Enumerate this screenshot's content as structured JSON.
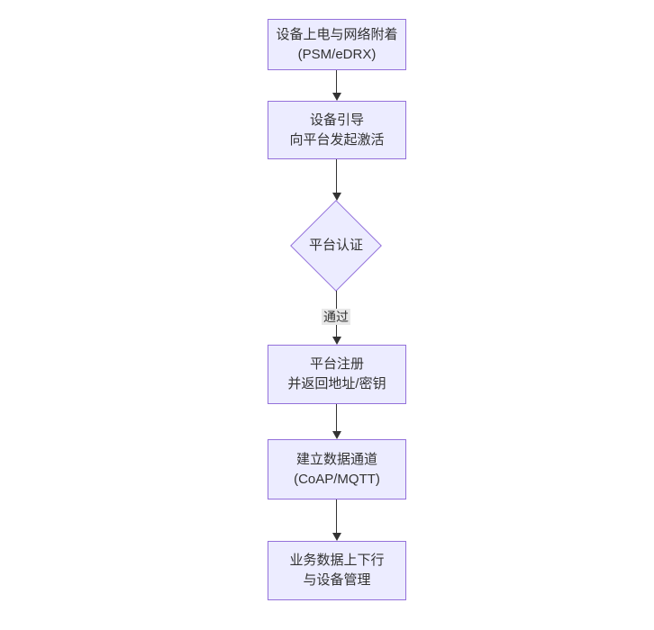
{
  "theme": {
    "canvas_bg": "#ffffff",
    "node_fill": "#ECECFF",
    "node_border": "#9370DB",
    "text_color": "#333333",
    "arrow_color": "#333333",
    "edge_label_bg": "#e8e8e8"
  },
  "diagram": {
    "type": "flowchart",
    "direction": "top-down",
    "nodes": [
      {
        "id": "n1",
        "shape": "rect",
        "lines": [
          "设备上电与网络附着",
          "(PSM/eDRX)"
        ]
      },
      {
        "id": "n2",
        "shape": "rect",
        "lines": [
          "设备引导",
          "向平台发起激活"
        ]
      },
      {
        "id": "n3",
        "shape": "diamond",
        "lines": [
          "平台认证"
        ]
      },
      {
        "id": "n4",
        "shape": "rect",
        "lines": [
          "平台注册",
          "并返回地址/密钥"
        ]
      },
      {
        "id": "n5",
        "shape": "rect",
        "lines": [
          "建立数据通道",
          "(CoAP/MQTT)"
        ]
      },
      {
        "id": "n6",
        "shape": "rect",
        "lines": [
          "业务数据上下行",
          "与设备管理"
        ]
      }
    ],
    "edges": [
      {
        "from": "n1",
        "to": "n2",
        "label": ""
      },
      {
        "from": "n2",
        "to": "n3",
        "label": ""
      },
      {
        "from": "n3",
        "to": "n4",
        "label": "通过"
      },
      {
        "from": "n4",
        "to": "n5",
        "label": ""
      },
      {
        "from": "n5",
        "to": "n6",
        "label": ""
      }
    ]
  }
}
